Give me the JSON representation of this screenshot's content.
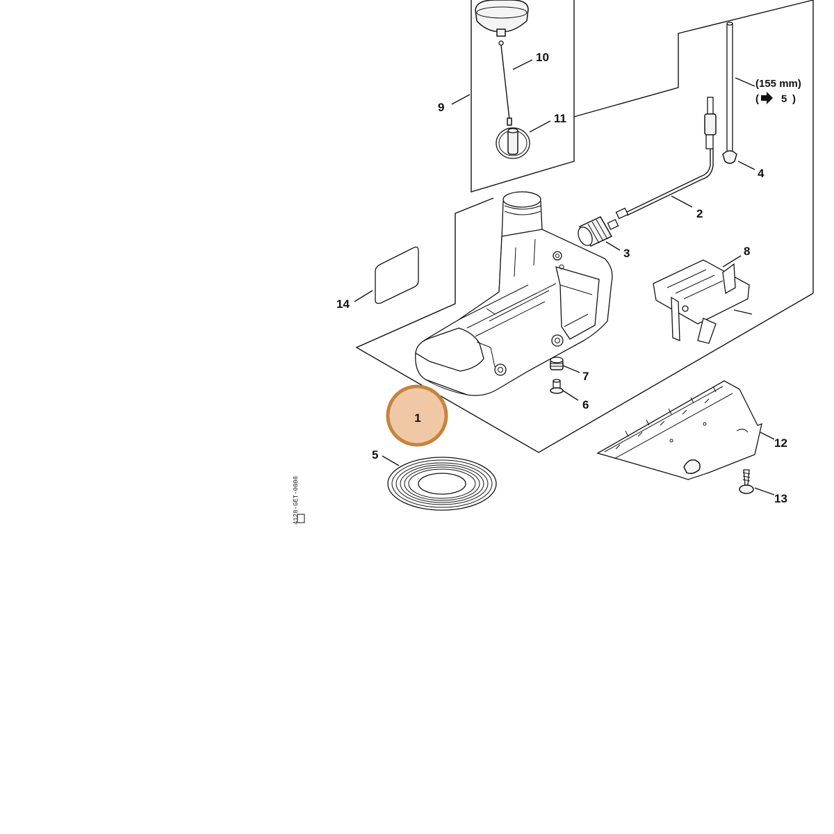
{
  "diagram": {
    "callouts": [
      {
        "id": "1",
        "label": "1"
      },
      {
        "id": "2",
        "label": "2"
      },
      {
        "id": "3",
        "label": "3"
      },
      {
        "id": "4",
        "label": "4"
      },
      {
        "id": "5",
        "label": "5"
      },
      {
        "id": "6",
        "label": "6"
      },
      {
        "id": "7",
        "label": "7"
      },
      {
        "id": "8",
        "label": "8"
      },
      {
        "id": "9",
        "label": "9"
      },
      {
        "id": "10",
        "label": "10"
      },
      {
        "id": "11",
        "label": "11"
      },
      {
        "id": "12",
        "label": "12"
      },
      {
        "id": "13",
        "label": "13"
      },
      {
        "id": "14",
        "label": "14"
      }
    ],
    "dimension_note": "(155 mm)",
    "cross_ref_number": "5",
    "reference_code": "4128-GET-0008",
    "highlight_color": "#c8823f",
    "highlight_fill": "#f0c8a6"
  }
}
